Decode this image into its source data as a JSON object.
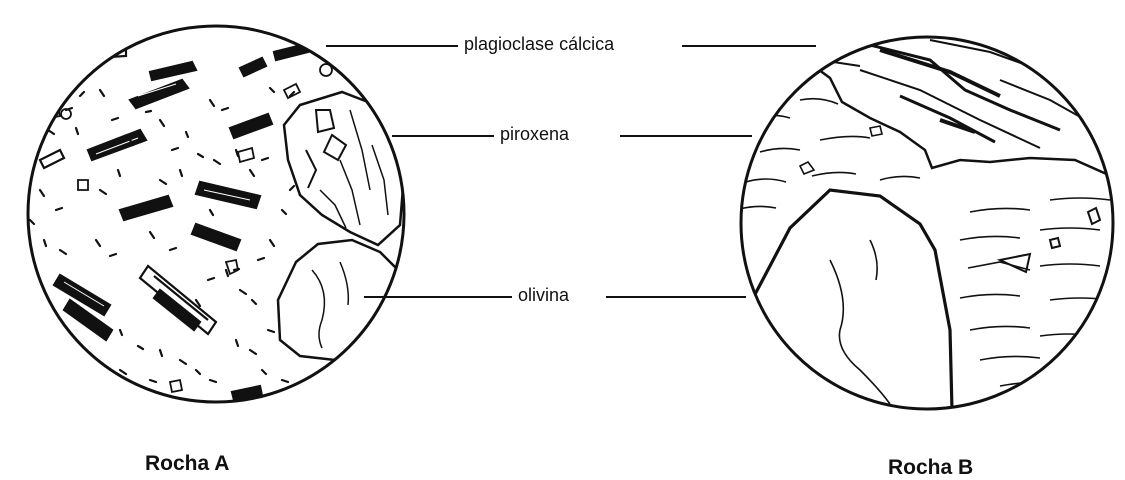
{
  "labels": {
    "plagioclase": "plagioclase cálcica",
    "piroxena": "piroxena",
    "olivina": "olivina"
  },
  "rocks": {
    "a": "Rocha A",
    "b": "Rocha B"
  },
  "colors": {
    "ink": "#111111",
    "background": "#ffffff"
  }
}
